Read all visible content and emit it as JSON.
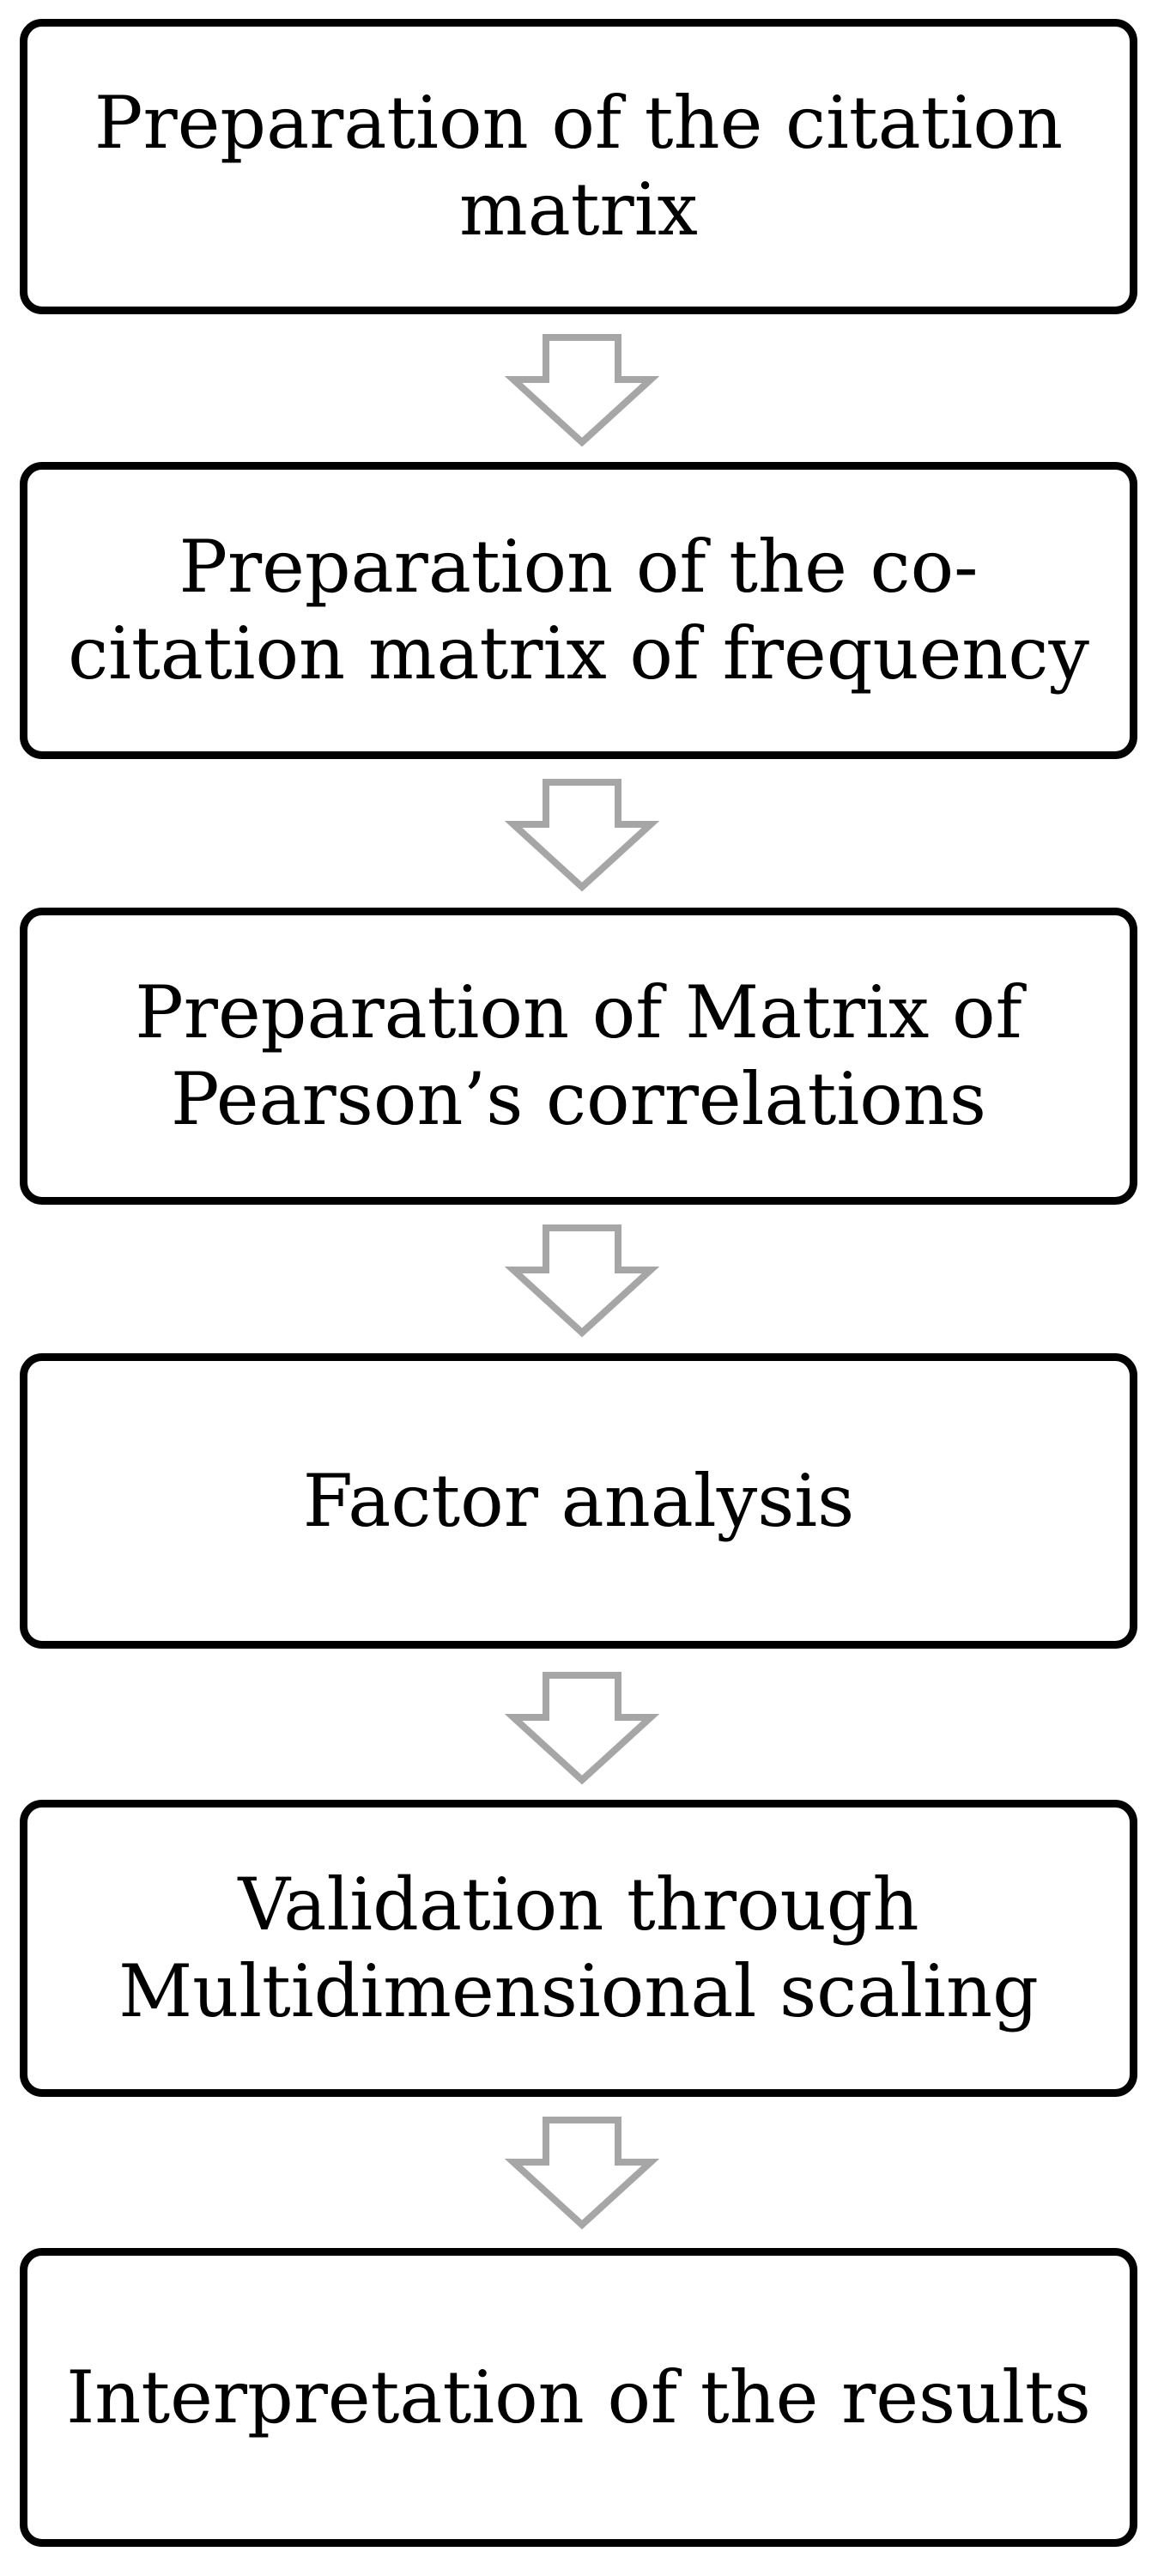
{
  "flowchart": {
    "steps": [
      {
        "label": "Preparation of the citation matrix"
      },
      {
        "label": "Preparation of the co-citation matrix of frequency"
      },
      {
        "label": "Preparation of Matrix of Pearson’s correlations"
      },
      {
        "label": "Factor analysis"
      },
      {
        "label": "Validation through Multidimensional scaling"
      },
      {
        "label": "Interpretation of the results"
      }
    ],
    "colors": {
      "box_border": "#000000",
      "arrow_stroke": "#a6a6a6",
      "text": "#000000",
      "background": "#ffffff"
    },
    "arrow_icon": "hollow-down-arrow-icon"
  }
}
